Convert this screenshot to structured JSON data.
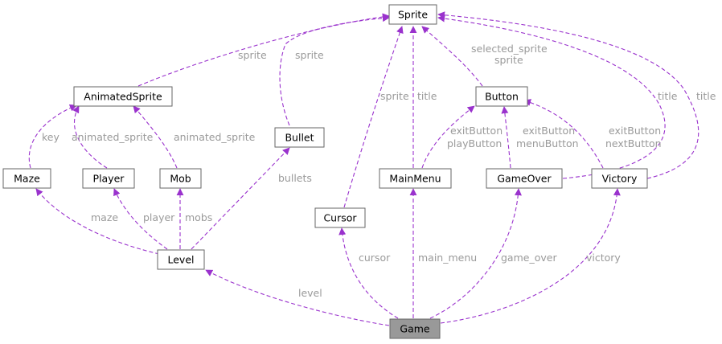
{
  "nodes": {
    "sprite": "Sprite",
    "animated_sprite": "AnimatedSprite",
    "bullet": "Bullet",
    "maze": "Maze",
    "player": "Player",
    "mob": "Mob",
    "level": "Level",
    "cursor": "Cursor",
    "main_menu": "MainMenu",
    "button": "Button",
    "game_over": "GameOver",
    "victory": "Victory",
    "game": "Game"
  },
  "edge_labels": {
    "animated_sprite_sprite": "sprite",
    "bullet_sprite": "sprite",
    "cursor_sprite": "sprite",
    "main_menu_title": "title",
    "button_sprites_1": "selected_sprite",
    "button_sprites_2": "sprite",
    "game_over_title": "title",
    "victory_title": "title",
    "maze_key": "key",
    "player_animated_sprite": "animated_sprite",
    "mob_animated_sprite": "animated_sprite",
    "level_bullets": "bullets",
    "main_menu_buttons_1": "exitButton",
    "main_menu_buttons_2": "playButton",
    "game_over_buttons_1": "exitButton",
    "game_over_buttons_2": "menuButton",
    "victory_buttons_1": "exitButton",
    "victory_buttons_2": "nextButton",
    "level_maze": "maze",
    "level_player": "player",
    "level_mobs": "mobs",
    "game_level": "level",
    "game_cursor": "cursor",
    "game_main_menu": "main_menu",
    "game_game_over": "game_over",
    "game_victory": "victory"
  },
  "colors": {
    "edge": "#9a32cd",
    "label": "#9a9a9a",
    "node_border": "#666666",
    "focus_fill": "#999999"
  }
}
